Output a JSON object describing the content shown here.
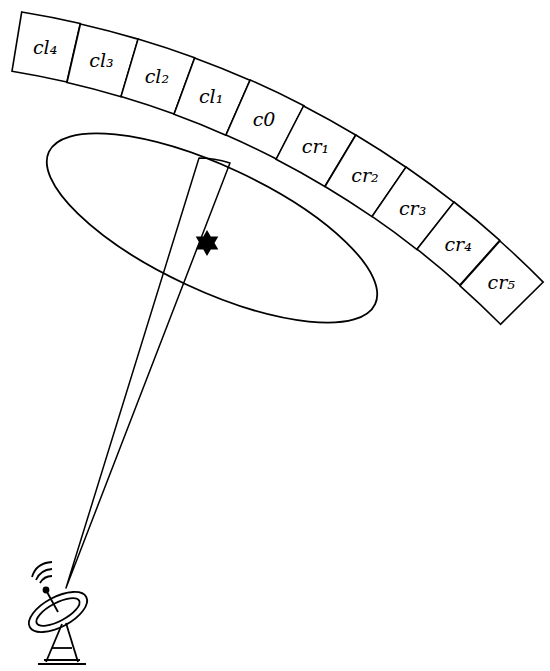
{
  "diagram": {
    "nodes": [
      {
        "text": [
          "cl₄"
        ]
      },
      {
        "text": [
          "cl₃"
        ]
      },
      {
        "text": [
          "cl₂"
        ]
      },
      {
        "text": [
          "cl₁"
        ]
      },
      {
        "text": [
          "c0"
        ]
      },
      {
        "text": [
          "cr₁"
        ]
      },
      {
        "text": [
          "cr₂"
        ]
      },
      {
        "text": [
          "cr₃"
        ]
      },
      {
        "text": [
          "cr₄"
        ]
      },
      {
        "text": [
          "cr₅"
        ]
      }
    ]
  }
}
